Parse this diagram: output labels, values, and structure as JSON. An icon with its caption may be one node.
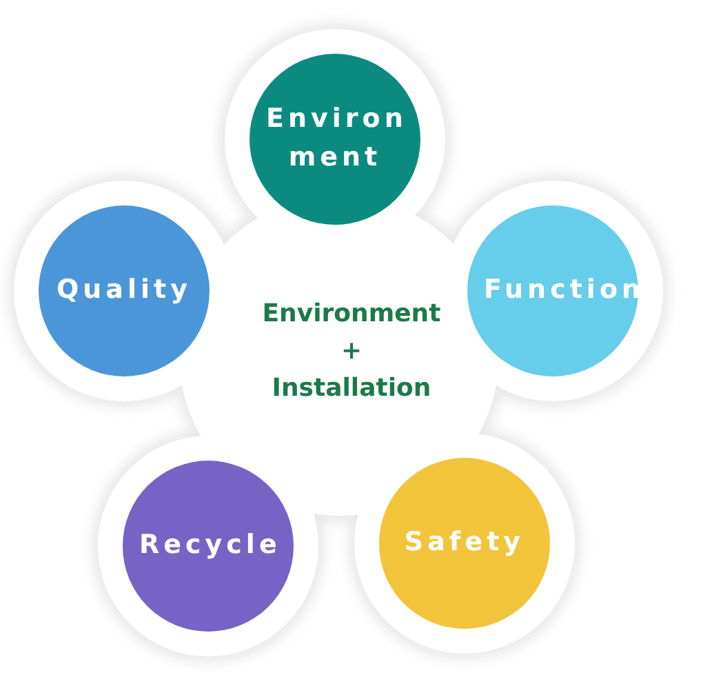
{
  "diagram": {
    "nodes": [
      {
        "text": [
          "Environ ment"
        ]
      },
      {
        "text": [
          "Quality"
        ]
      },
      {
        "text": [
          "Function"
        ]
      },
      {
        "text": [
          "Recycle"
        ]
      },
      {
        "text": [
          "Safety"
        ]
      }
    ],
    "labels": [
      "Environment + Installation"
    ]
  }
}
